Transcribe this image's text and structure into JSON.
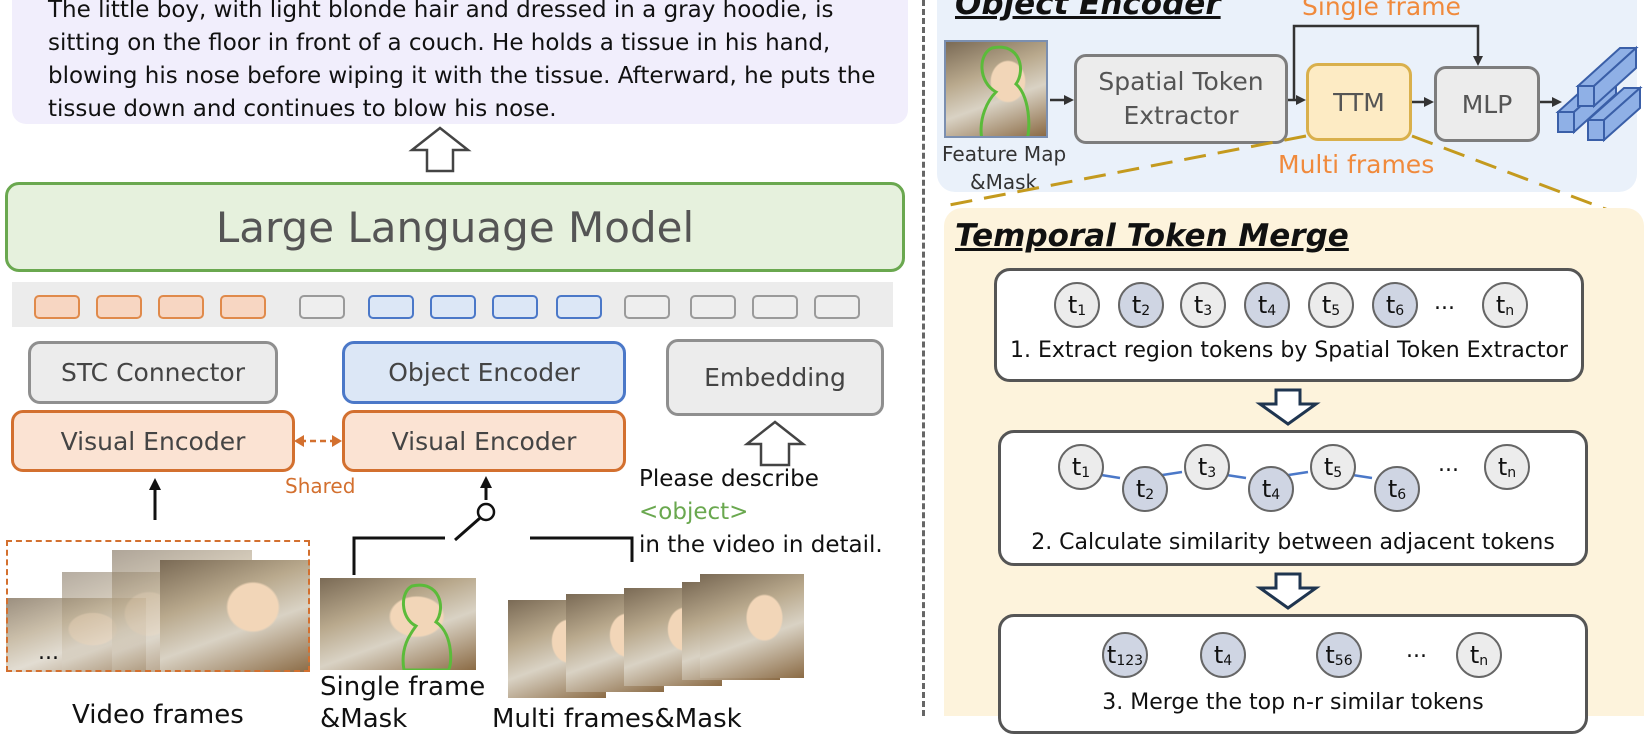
{
  "caption": {
    "text": "The little boy, with light blonde hair and dressed in a gray hoodie, is sitting on the floor in front of a couch. He holds a tissue in his hand, blowing his nose before wiping it with the tissue. Afterward, he puts the tissue down and continues to blow his nose."
  },
  "llm": {
    "label": "Large Language Model"
  },
  "tokens": {
    "orange_count": 4,
    "gray_count": 1,
    "blue_count": 4,
    "gray_tail_count": 4,
    "colors": {
      "orange": "#e08a4b",
      "blue": "#4b78c8",
      "gray": "#9a9a9a"
    }
  },
  "left": {
    "stc_connector": "STC Connector",
    "object_encoder": "Object Encoder",
    "embedding": "Embedding",
    "visual_encoder_1": "Visual Encoder",
    "visual_encoder_2": "Visual Encoder",
    "shared": "Shared",
    "prompt_prefix": "Please describe ",
    "prompt_object": "<object>",
    "prompt_suffix": "in the video in detail.",
    "video_frames": "Video frames",
    "single_frame": "Single frame",
    "single_frame_sub": "&Mask",
    "multi_frames": "Multi frames&Mask",
    "ellipsis": "..."
  },
  "object_encoder": {
    "title": "Object Encoder",
    "feature_map": "Feature Map",
    "mask": "&Mask",
    "spatial_token_extractor_1": "Spatial Token",
    "spatial_token_extractor_2": "Extractor",
    "ttm": "TTM",
    "mlp": "MLP",
    "single_frame": "Single frame",
    "multi_frames": "Multi frames"
  },
  "ttm": {
    "title": "Temporal Token Merge",
    "step1": "1. Extract region tokens by Spatial Token Extractor",
    "step2": "2. Calculate similarity between adjacent tokens",
    "step3": "3. Merge the top n-r similar tokens",
    "row1": [
      {
        "t": "t",
        "s": "1",
        "fill": "w"
      },
      {
        "t": "t",
        "s": "2",
        "fill": "b"
      },
      {
        "t": "t",
        "s": "3",
        "fill": "w"
      },
      {
        "t": "t",
        "s": "4",
        "fill": "b"
      },
      {
        "t": "t",
        "s": "5",
        "fill": "w"
      },
      {
        "t": "t",
        "s": "6",
        "fill": "b"
      },
      {
        "t": "t",
        "s": "n",
        "fill": "w"
      }
    ],
    "row2": [
      {
        "t": "t",
        "s": "1",
        "fill": "w"
      },
      {
        "t": "t",
        "s": "2",
        "fill": "b"
      },
      {
        "t": "t",
        "s": "3",
        "fill": "w"
      },
      {
        "t": "t",
        "s": "4",
        "fill": "b"
      },
      {
        "t": "t",
        "s": "5",
        "fill": "w"
      },
      {
        "t": "t",
        "s": "6",
        "fill": "b"
      },
      {
        "t": "t",
        "s": "n",
        "fill": "w"
      }
    ],
    "row3": [
      {
        "t": "t",
        "s": "123",
        "fill": "b"
      },
      {
        "t": "t",
        "s": "4",
        "fill": "b"
      },
      {
        "t": "t",
        "s": "56",
        "fill": "b"
      },
      {
        "t": "t",
        "s": "n",
        "fill": "w"
      }
    ],
    "ellipsis": "..."
  }
}
